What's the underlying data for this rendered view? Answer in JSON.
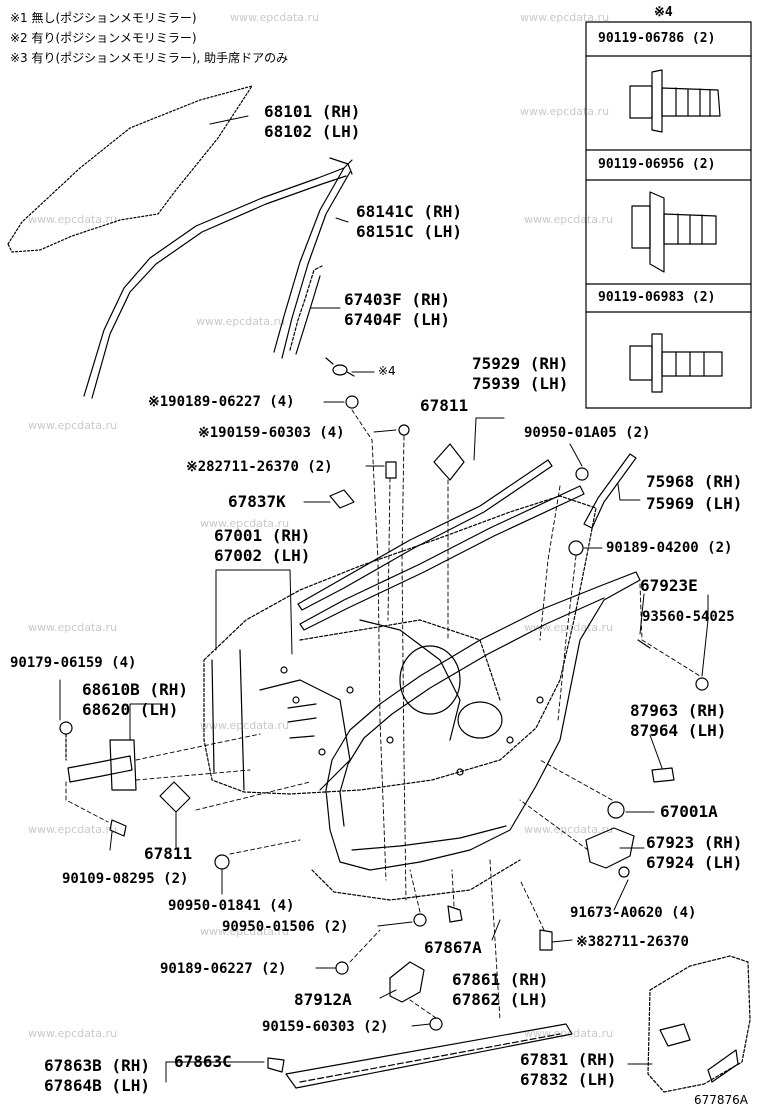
{
  "notes": [
    "※1 無し(ポジションメモリミラー)",
    "※2 有り(ポジションメモリミラー)",
    "※3 有り(ポジションメモリミラー), 助手席ドアのみ"
  ],
  "watermark": "www.epcdata.ru",
  "box": {
    "title": "※4",
    "items": [
      "90119-06786 (2)",
      "90119-06956 (2)",
      "90119-06983 (2)"
    ]
  },
  "labels": {
    "p68101": "68101 (RH)",
    "p68102": "68102 (LH)",
    "p68141": "68141C (RH)",
    "p68151": "68151C (LH)",
    "p67403": "67403F (RH)",
    "p67404": "67404F (LH)",
    "ref4": "※4",
    "p75929": "75929 (RH)",
    "p75939": "75939 (LH)",
    "p90189_1": "※190189-06227 (4)",
    "p67811_top": "67811",
    "p90159_1": "※190159-60303 (4)",
    "p90950_top": "90950-01A05 (2)",
    "p82711_2": "※282711-26370 (2)",
    "p75968": "75968 (RH)",
    "p75969": "75969 (LH)",
    "p67837": "67837K",
    "p90189_04200": "90189-04200 (2)",
    "p67001": "67001 (RH)",
    "p67002": "67002 (LH)",
    "p67923E": "67923E",
    "p93560": "93560-54025",
    "p90179": "90179-06159 (4)",
    "p68610": "68610B (RH)",
    "p68620": "68620 (LH)",
    "p87963": "87963 (RH)",
    "p87964": "87964 (LH)",
    "p67001A": "67001A",
    "p67811_bot": "67811",
    "p67923": "67923 (RH)",
    "p67924": "67924 (LH)",
    "p90109": "90109-08295 (2)",
    "p90950_01841": "90950-01841 (4)",
    "p91673": "91673-A0620 (4)",
    "p90950_01506": "90950-01506 (2)",
    "p67867A": "67867A",
    "p82711_3": "※382711-26370",
    "p90189_bot": "90189-06227 (2)",
    "p67861": "67861 (RH)",
    "p87912A": "87912A",
    "p67862": "67862 (LH)",
    "p90159_bot": "90159-60303 (2)",
    "p67863B": "67863B (RH)",
    "p67864B": "67864B (LH)",
    "p67863C": "67863C",
    "p67831": "67831 (RH)",
    "p67832": "67832 (LH)",
    "diagram_code": "677876A"
  }
}
